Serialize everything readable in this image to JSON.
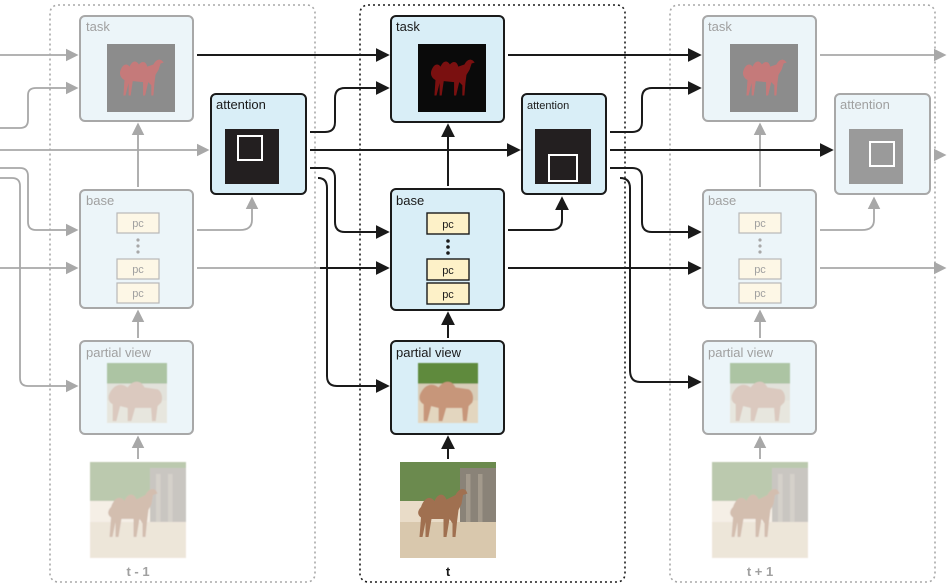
{
  "colors": {
    "module_fill": "#d9eef7",
    "pc_fill": "#fdf1c8",
    "active_stroke": "#1a1a1a",
    "faded_stroke": "#a8a8a8",
    "faded_text": "#a0a0a0",
    "faded_fill": "#ecf5f9",
    "faded_pc_fill": "#fdf7e6",
    "dark_map": "#231f20",
    "faded_map": "#9a9a9a"
  },
  "icons": {
    "task_image": "camel-silhouette-mask",
    "attention_glimpse": "glimpse-square",
    "partial_view_image": "camel-crop-photo",
    "input_image": "camel-photo"
  },
  "steps": [
    {
      "time_label": "t - 1",
      "task_label": "task",
      "attention_label": "attention",
      "base_label": "base",
      "pc_labels": [
        "pc",
        "pc",
        "pc"
      ],
      "partial_view_label": "partial view"
    },
    {
      "time_label": "t",
      "task_label": "task",
      "attention_label": "attention",
      "base_label": "base",
      "pc_labels": [
        "pc",
        "pc",
        "pc"
      ],
      "partial_view_label": "partial view"
    },
    {
      "time_label": "t + 1",
      "task_label": "task",
      "attention_label": "attention",
      "base_label": "base",
      "pc_labels": [
        "pc",
        "pc",
        "pc"
      ],
      "partial_view_label": "partial view"
    }
  ]
}
